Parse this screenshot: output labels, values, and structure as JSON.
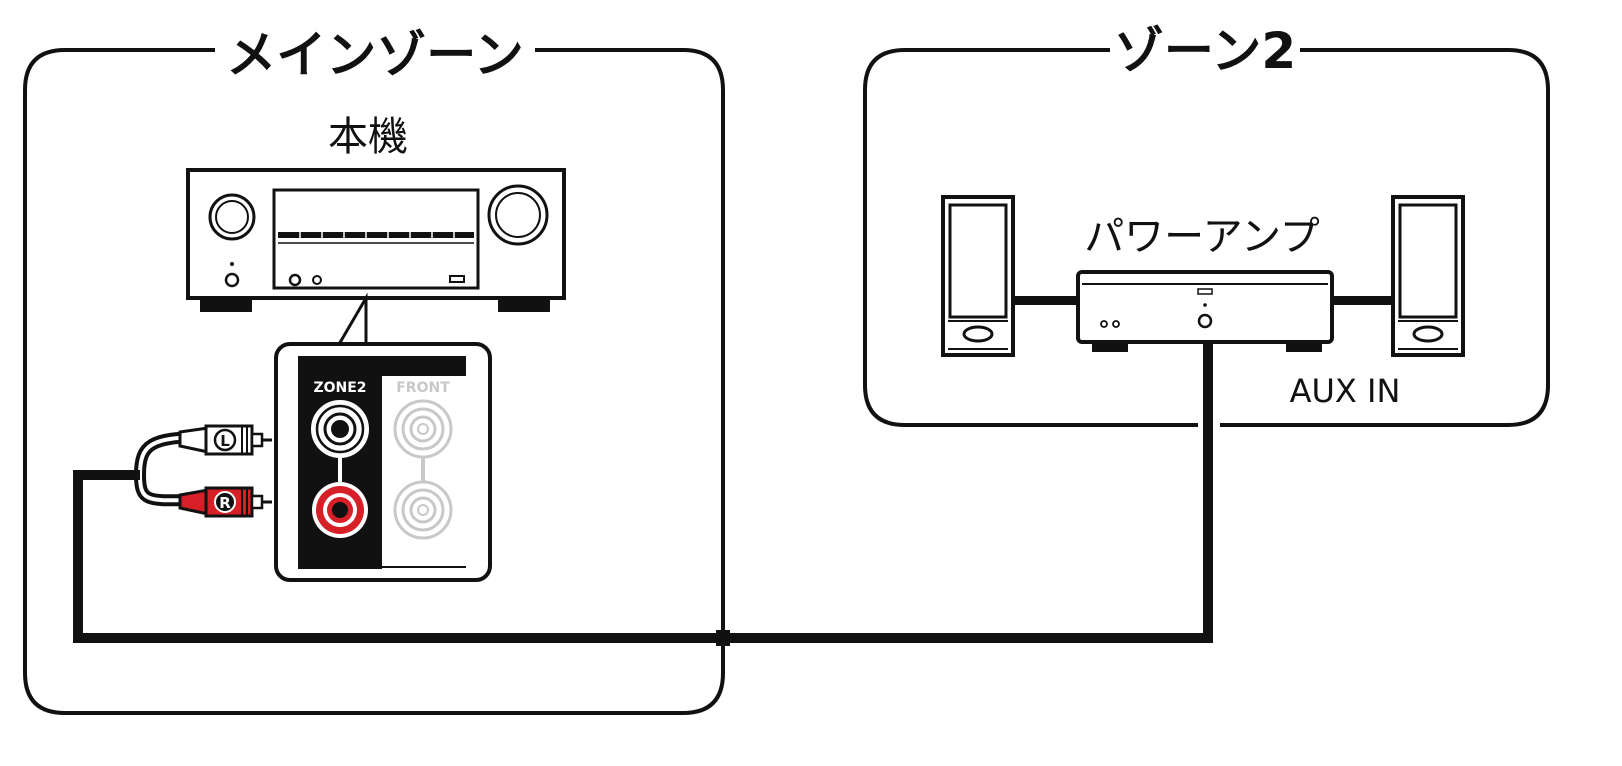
{
  "zones": {
    "main": {
      "title": "メインゾーン"
    },
    "zone2": {
      "title": "ゾーン2"
    }
  },
  "devices": {
    "receiver": {
      "label": "本機"
    },
    "power_amp": {
      "label": "パワーアンプ",
      "input_label": "AUX IN"
    }
  },
  "panel": {
    "zone2_label": "ZONE2",
    "front_label": "FRONT"
  },
  "plugs": {
    "left": "L",
    "right": "R"
  },
  "colors": {
    "line": "#111111",
    "right_channel": "#d61f26",
    "inactive": "#c8c8c8"
  }
}
